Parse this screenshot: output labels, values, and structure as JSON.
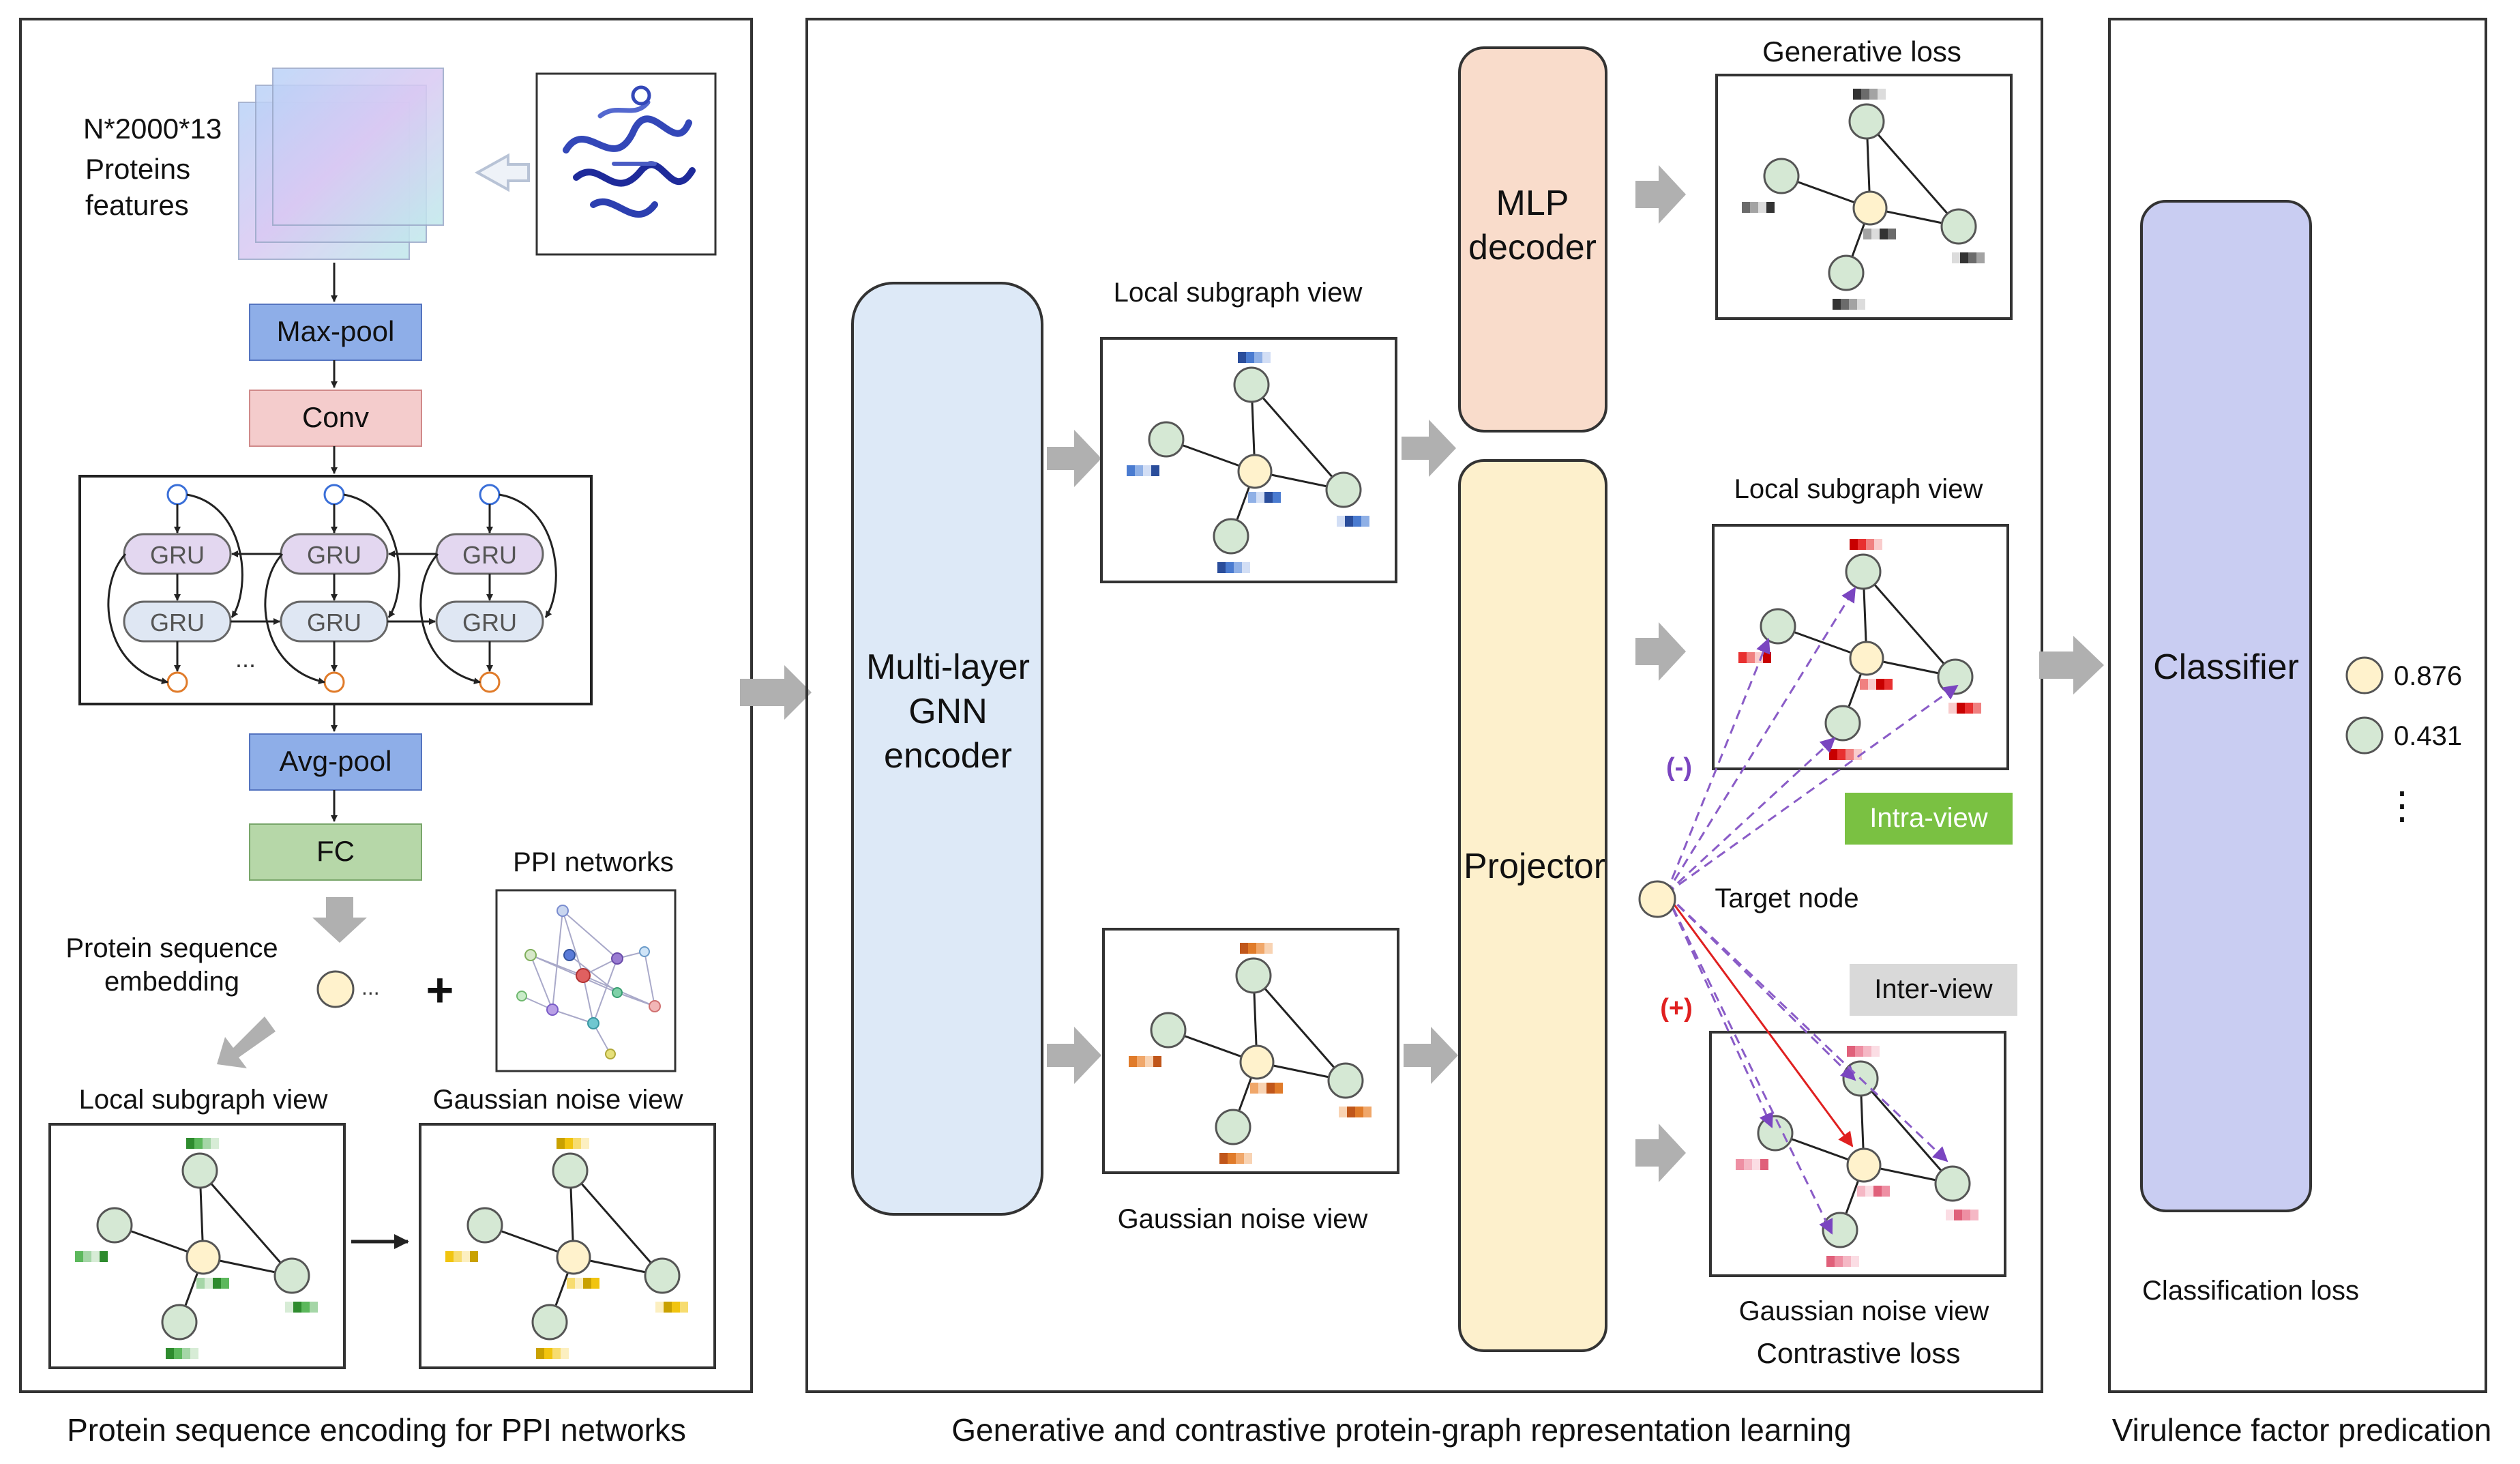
{
  "left_panel": {
    "caption": "Protein sequence encoding for PPI networks",
    "feature_dims": "N*2000*13",
    "features_line1": "Proteins",
    "features_line2": "features",
    "maxpool": "Max-pool",
    "conv": "Conv",
    "gru": "GRU",
    "gru_ellipsis": "...",
    "avgpool": "Avg-pool",
    "fc": "FC",
    "ppi_label": "PPI networks",
    "embedding_line1": "Protein sequence",
    "embedding_line2": "embedding",
    "embedding_ellipsis": "...",
    "plus": "+",
    "local_view": "Local subgraph view",
    "gaussian_view": "Gaussian noise view"
  },
  "middle_panel": {
    "caption": "Generative and contrastive protein-graph representation learning",
    "encoder_line1": "Multi-layer",
    "encoder_line2": "GNN",
    "encoder_line3": "encoder",
    "local_view": "Local subgraph view",
    "gaussian_view": "Gaussian noise view",
    "decoder_line1": "MLP",
    "decoder_line2": "decoder",
    "projector": "Projector",
    "generative_loss": "Generative loss",
    "local_view_right": "Local subgraph view",
    "intra_view": "Intra-view",
    "inter_view": "Inter-view",
    "negative": "(-)",
    "positive": "(+)",
    "target_node": "Target node",
    "gaussian_view_right": "Gaussian noise view",
    "contrastive_loss": "Contrastive loss"
  },
  "right_panel": {
    "caption": "Virulence factor predication",
    "classifier": "Classifier",
    "score1": "0.876",
    "score2": "0.431",
    "ellipsis": "⋮",
    "classification_loss": "Classification loss"
  },
  "colors": {
    "blue_box": "#8eaee8",
    "pink_box": "#f4cccc",
    "green_box": "#b6d7a8",
    "encoder_fill": "#dde9f7",
    "decoder_fill": "#f9dccb",
    "projector_fill": "#fdf0cc",
    "classifier_fill": "#c9cdf2",
    "node_green": "#d5e8d4",
    "node_yellow": "#fff2cc",
    "intra_green": "#7ac142",
    "inter_gray": "#d9d9d9",
    "arrow_gray": "#b0b0b0",
    "purple": "#8a5cc7",
    "red": "#e02020"
  }
}
